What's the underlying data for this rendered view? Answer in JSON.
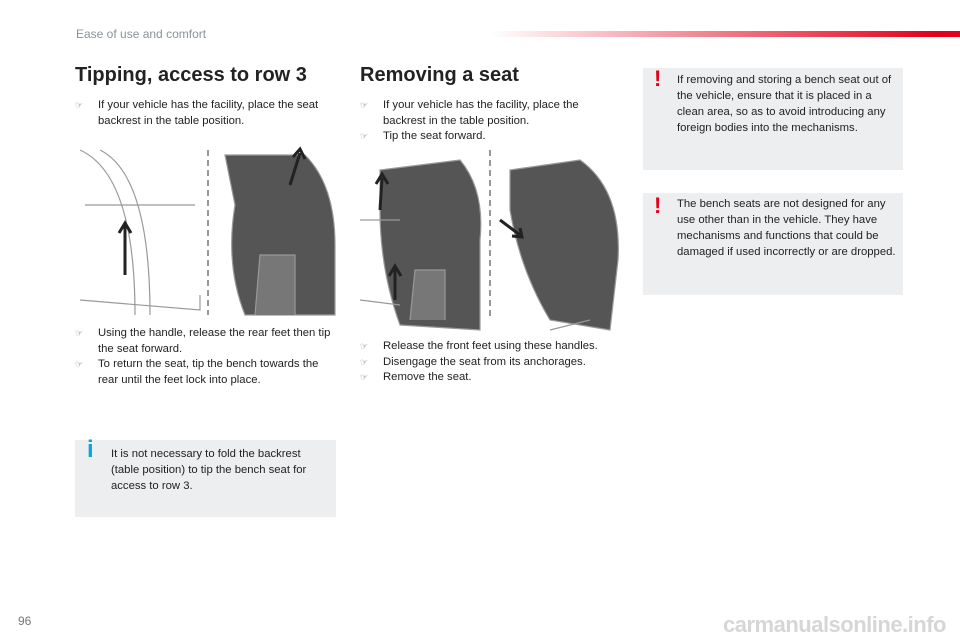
{
  "header": {
    "section": "Ease of use and comfort"
  },
  "col1": {
    "title": "Tipping, access to row 3",
    "bullets1": [
      "If your vehicle has the facility, place the seat backrest in the table position."
    ],
    "bullets2": [
      "Using the handle, release the rear feet then tip the seat forward.",
      "To return the seat, tip the bench towards the rear until the feet lock into place."
    ],
    "info": "It is not necessary to fold the backrest (table position) to tip the bench seat for access to row 3."
  },
  "col2": {
    "title": "Removing a seat",
    "bullets1": [
      "If your vehicle has the facility, place the backrest in the table position.",
      "Tip the seat forward."
    ],
    "bullets2": [
      "Release the front feet using these handles.",
      "Disengage the seat from its anchorages.",
      "Remove the seat."
    ]
  },
  "col3": {
    "warnings": [
      "If removing and storing a bench seat out of the vehicle, ensure that it is placed in a clean area, so as to avoid introducing any foreign bodies into the mechanisms.",
      "The bench seats are not designed for any use other than in the vehicle. They have mechanisms and functions that could be damaged if used incorrectly or are dropped."
    ]
  },
  "footer": {
    "page": "96",
    "watermark": "carmanualsonline.info"
  },
  "bullet_symbol": "☞",
  "colors": {
    "accent": "#e3001b",
    "info": "#0aa5e0",
    "box": "#eceeef"
  }
}
